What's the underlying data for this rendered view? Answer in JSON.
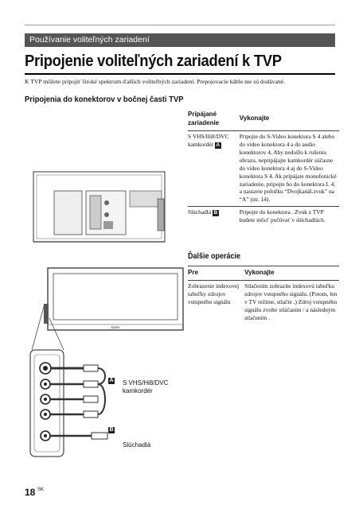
{
  "section_header": "Používanie voliteľných zariadení",
  "title": "Pripojenie voliteľných zariadení k TVP",
  "intro": "K TVP môžete pripojiť široké spektrum ďalších voliteľných zariadení. Prepojovacie káble nie sú dodávané.",
  "side_heading": "Pripojenia do konektorov v bočnej časti TVP",
  "table1": {
    "col1_header_line1": "Pripájané",
    "col1_header_line2": "zariadenie",
    "col2_header": "Vykonajte",
    "row1_device": "S VHS/Hi8/DVC kamkordér",
    "row1_badge": "A",
    "row1_text": "Pripojte do S-Video konektora S 4 alebo do video konektora 4 a do audio konektorov 4. Aby nedošlo k rušeniu obrazu, nepripájajte kamkordér súčasne do video konektora 4 aj do S-Video konektora S 4. Ak pripájate monofonické zariadenie, pripojte ho do konektora L 4, a nastavte položku “Dvojkanál.zvuk” na “A” (str. 14).",
    "row2_device": "Slúchadlá",
    "row2_badge": "B",
    "row2_text": "Pripojte do konektora . Zvuk z TVP budete môcť počúvať v slúchadlách."
  },
  "other_heading": "Ďalšie operácie",
  "table2": {
    "col1_header": "Pre",
    "col2_header": "Vykonajte",
    "row1_action": "Zobrazenie indexovej tabuľky zdrojov vstupného signálu",
    "row1_text": "Stlačením zobrazíte indexovú tabuľku zdrojov vstupného signálu. (Potom, len v TV režime, stlačte .) Zdroj vstupného signálu zvolte stláčaním / a následným stlačením ."
  },
  "diagram": {
    "label_a_badge": "A",
    "label_a_line1": "S VHS/Hi8/DVC",
    "label_a_line2": "kamkordér",
    "label_b_badge": "B",
    "label_b_text": "Slúchadlá",
    "tv_brand": "SONY"
  },
  "page_number": "18",
  "page_lang": "SK"
}
